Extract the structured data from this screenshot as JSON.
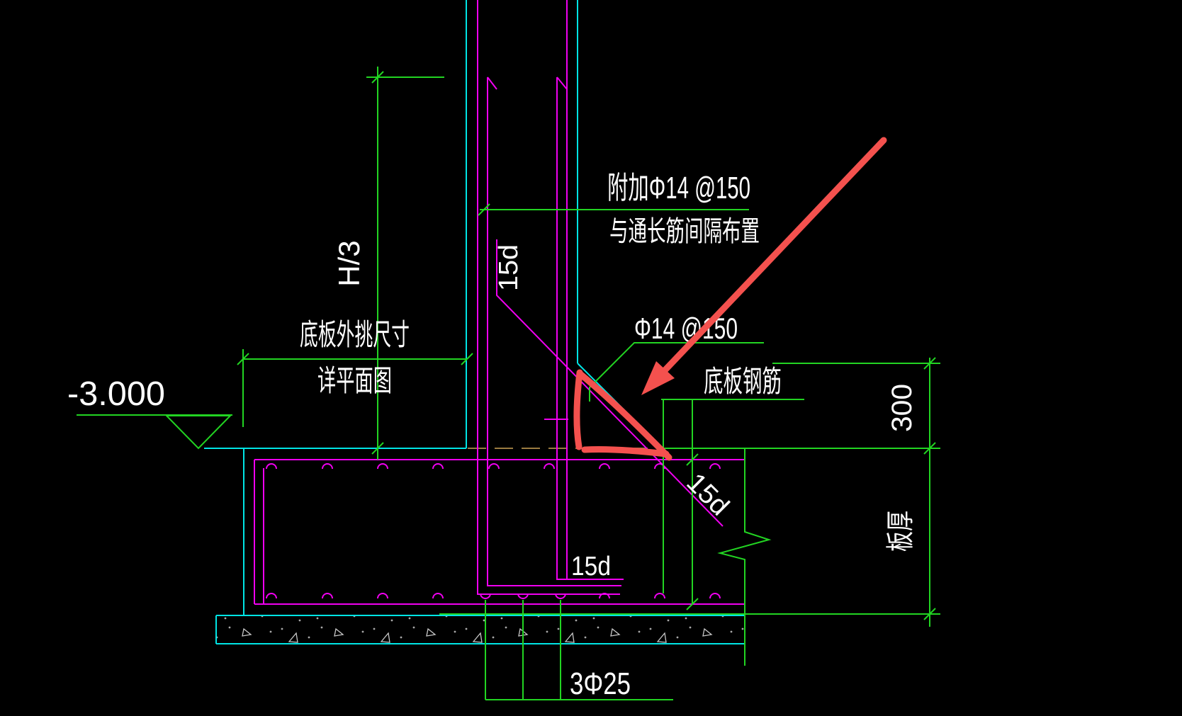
{
  "drawing": {
    "background": "#000000",
    "colors": {
      "bg": "#000000",
      "outline": "#00e5e5",
      "rebar": "#f000f0",
      "dimension": "#22d422",
      "text": "#ffffff",
      "hidden_line": "#9a7b40",
      "annotation": "#f4514e",
      "hatch": "#c9c9c9"
    },
    "labels": {
      "additional_bars_line1": "附加Φ14 @150",
      "additional_bars_line2": "与通长筋间隔布置",
      "wall_height_dim": "H/3",
      "overhang_line1": "底板外挑尺寸",
      "overhang_line2": "详平面图",
      "elevation": "-3.000",
      "bar_spec": "Φ14 @150",
      "slab_rebar": "底板钢筋",
      "haunch_height": "300",
      "slab_thickness": "板厚",
      "hook_length_top": "15d",
      "hook_length_diagonal": "15d",
      "hook_length_bottom": "15d",
      "bottom_bars": "3Φ25"
    }
  }
}
